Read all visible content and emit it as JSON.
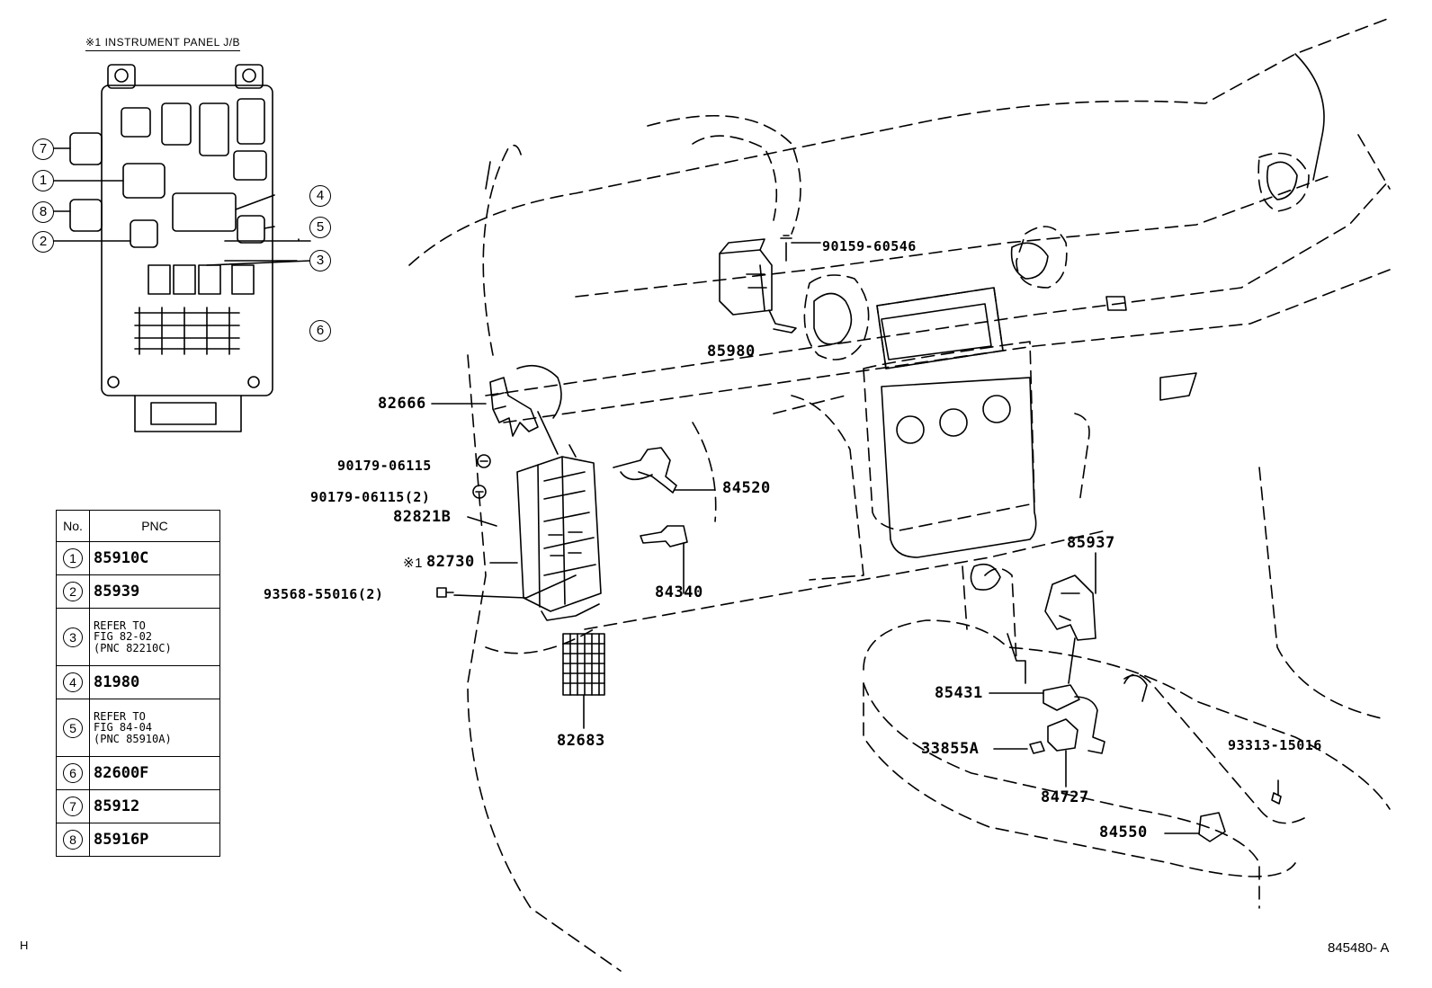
{
  "inset": {
    "title": "※1  INSTRUMENT PANEL J/B",
    "callouts": [
      "7",
      "1",
      "8",
      "2",
      "4",
      "5",
      "3",
      "6"
    ]
  },
  "table": {
    "headers": {
      "no": "No.",
      "pnc": "PNC"
    },
    "rows": [
      {
        "no": "1",
        "value": "85910C"
      },
      {
        "no": "2",
        "value": "85939"
      },
      {
        "no": "3",
        "value": "REFER TO\nFIG 82-02\n(PNC 82210C)"
      },
      {
        "no": "4",
        "value": "81980"
      },
      {
        "no": "5",
        "value": "REFER TO\nFIG 84-04\n(PNC 85910A)"
      },
      {
        "no": "6",
        "value": "82600F"
      },
      {
        "no": "7",
        "value": "85912"
      },
      {
        "no": "8",
        "value": "85916P"
      }
    ]
  },
  "labels": {
    "p90159": "90159-60546",
    "p85980": "85980",
    "p82666": "82666",
    "p90179a": "90179-06115",
    "p90179b": "90179-06115(2)",
    "p82821b": "82821B",
    "p82730_mark": "※1",
    "p82730": "82730",
    "p93568": "93568-55016(2)",
    "p84520": "84520",
    "p84340": "84340",
    "p82683": "82683",
    "p85937": "85937",
    "p85431": "85431",
    "p33855a": "33855A",
    "p84727": "84727",
    "p93313": "93313-15016",
    "p84550": "84550"
  },
  "footer": {
    "left": "H",
    "right": "845480- A"
  }
}
